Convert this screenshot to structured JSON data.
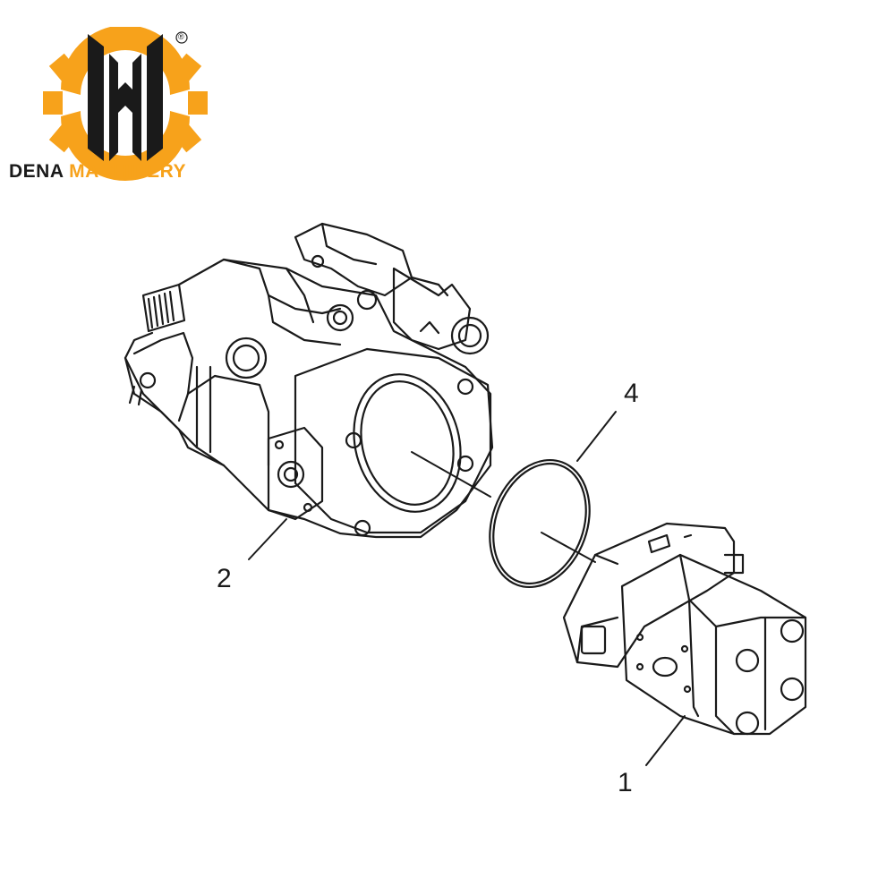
{
  "brand": {
    "name_part1": "DENA",
    "name_part2": "MACHINERY",
    "registered_mark": "®",
    "accent_color": "#f7a21b",
    "dark_color": "#1a1a1a",
    "logo_icon": "gear-h-logo-icon"
  },
  "diagram": {
    "parts": [
      {
        "callout": "1",
        "part": "gear-pump"
      },
      {
        "callout": "2",
        "part": "piston-pump"
      },
      {
        "callout": "4",
        "part": "o-ring-seal"
      }
    ]
  }
}
